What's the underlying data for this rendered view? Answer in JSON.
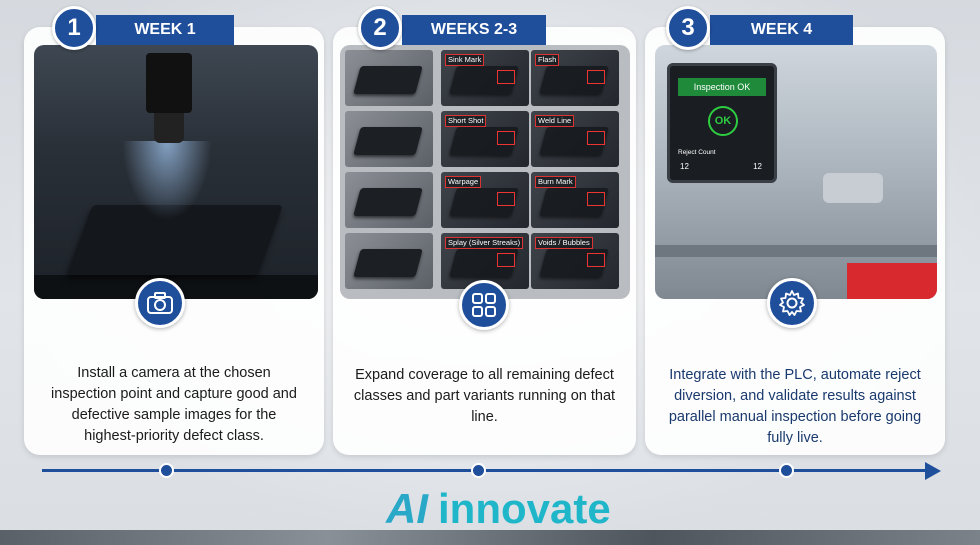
{
  "steps": [
    {
      "number": "1",
      "label": "WEEK 1",
      "icon": "camera-icon",
      "description": "Install a camera at the chosen inspection point and capture good and defective sample images for the highest-priority defect class."
    },
    {
      "number": "2",
      "label": "WEEKS 2-3",
      "icon": "grid-icon",
      "description": "Expand coverage to all remaining defect classes and part variants running on that line.",
      "defects": [
        "Sink Mark",
        "Flash",
        "Short Shot",
        "Weld Line",
        "Warpage",
        "Burn Mark",
        "Splay (Silver Streaks)",
        "Voids / Bubbles"
      ]
    },
    {
      "number": "3",
      "label": "WEEK 4",
      "icon": "gear-icon",
      "description": "Integrate with the PLC, automate reject diversion, and validate results against parallel manual inspection before going fully live.",
      "screen": {
        "title": "Inspection OK",
        "status": "OK",
        "counter_label": "Reject Count",
        "counter_left": "12",
        "counter_right": "12"
      }
    }
  ],
  "logo": {
    "ai": "AI",
    "name": "innovate"
  },
  "colors": {
    "primary": "#1f4e9b",
    "logo": "#1fb6c9",
    "ok": "#2ecc40",
    "reject_bin": "#d8292e"
  }
}
